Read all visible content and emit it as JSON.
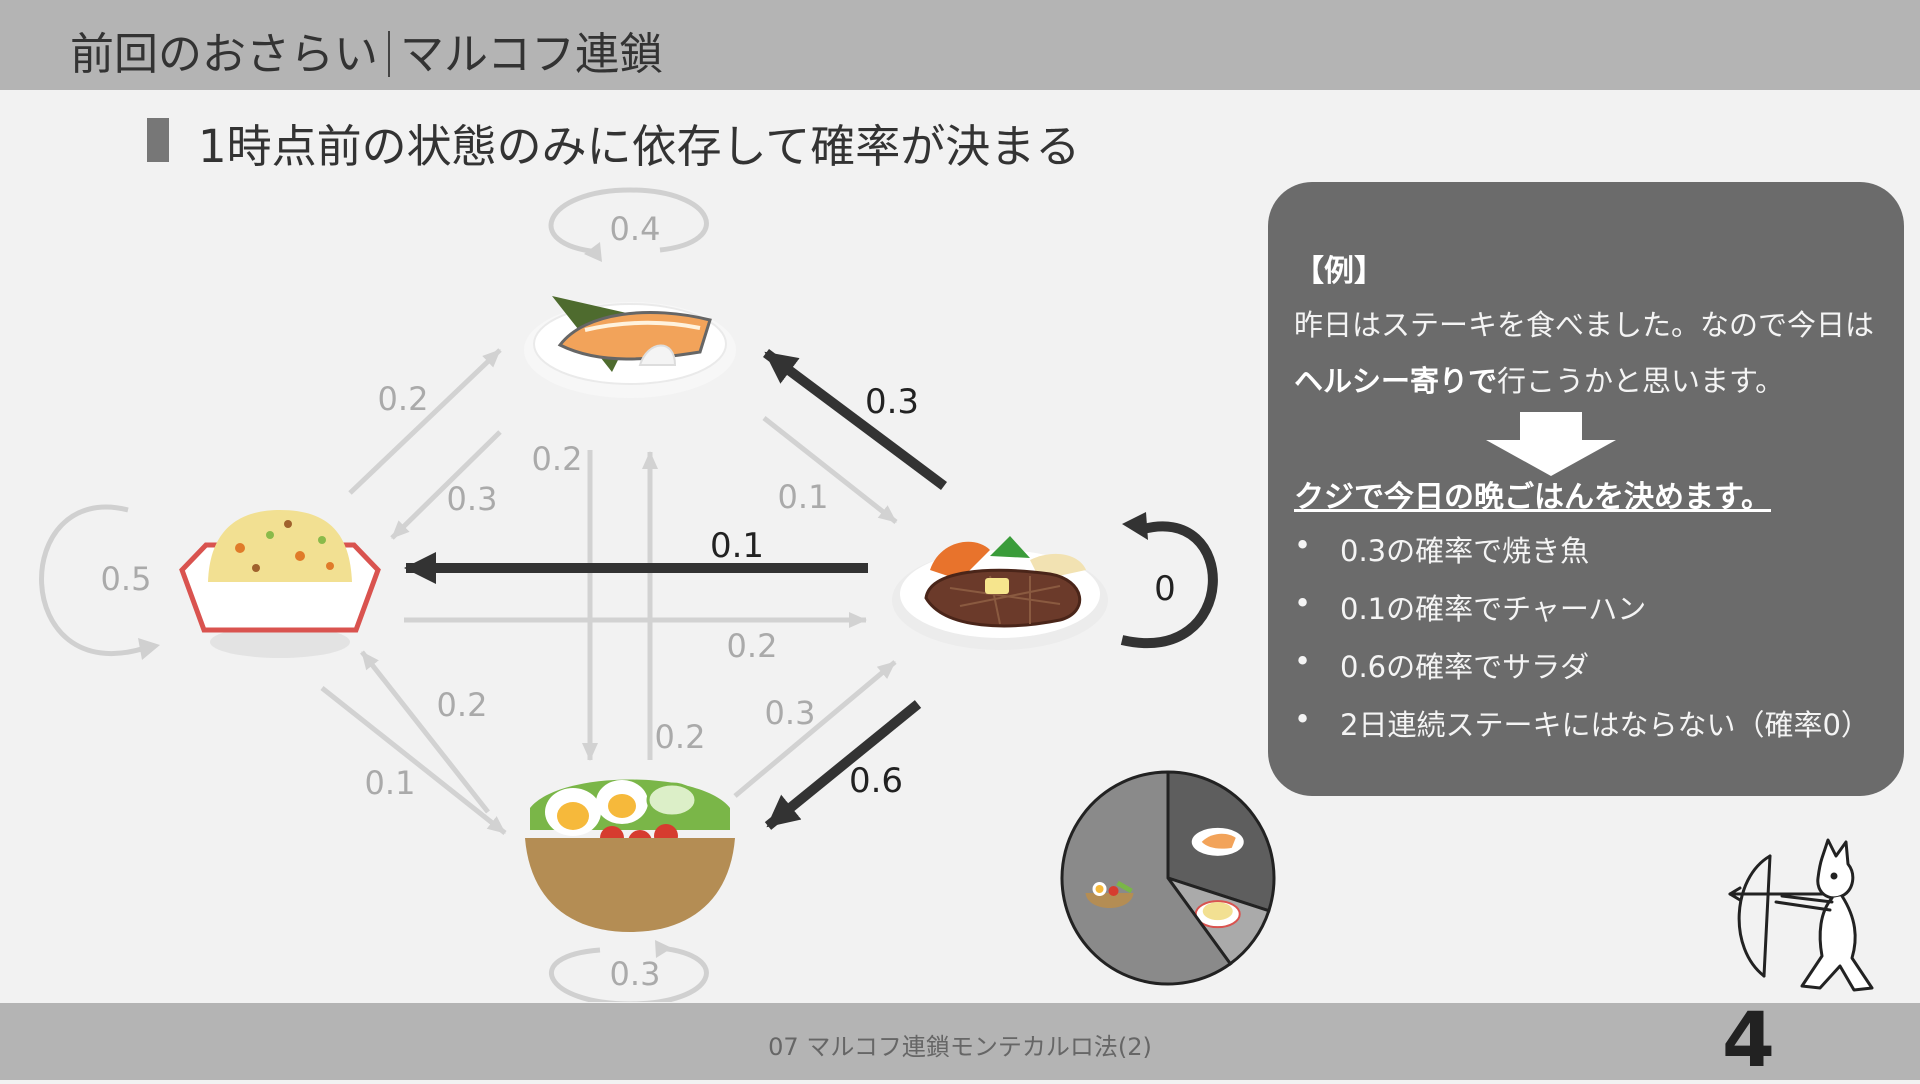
{
  "header": {
    "title_a": "前回のおさらい",
    "title_b": "マルコフ連鎖"
  },
  "subtitle": "1時点前の状態のみに依存して確率が決まる",
  "diagram": {
    "self_loops": {
      "fish": "0.4",
      "rice": "0.5",
      "salad": "0.3",
      "steak": "0"
    },
    "edges": {
      "rice_to_fish": "0.2",
      "fish_to_rice": "0.3",
      "fish_to_salad": "0.2",
      "salad_to_fish": "0.2",
      "fish_to_steak": "0.1",
      "steak_to_fish": "0.3",
      "steak_to_rice": "0.1",
      "rice_to_steak": "0.2",
      "salad_to_rice": "0.2",
      "rice_to_salad": "0.1",
      "salad_to_steak": "0.3",
      "steak_to_salad": "0.6"
    }
  },
  "example": {
    "heading": "【例】",
    "line1": "昨日はステーキを食べました。なので今日は",
    "line2_bold": "ヘルシー寄りで",
    "line2_rest": "行こうかと思います。",
    "decide": "クジで今日の晩ごはんを決めます。",
    "bullets": [
      "0.3の確率で焼き魚",
      "0.1の確率でチャーハン",
      "0.6の確率でサラダ",
      "2日連続ステーキにはならない（確率0）"
    ]
  },
  "pie": {
    "slices": [
      {
        "food": "fish",
        "value": 0.3
      },
      {
        "food": "rice",
        "value": 0.1
      },
      {
        "food": "salad",
        "value": 0.6
      }
    ]
  },
  "footer": {
    "text": "07 マルコフ連鎖モンテカルロ法(2)",
    "page": "4"
  }
}
